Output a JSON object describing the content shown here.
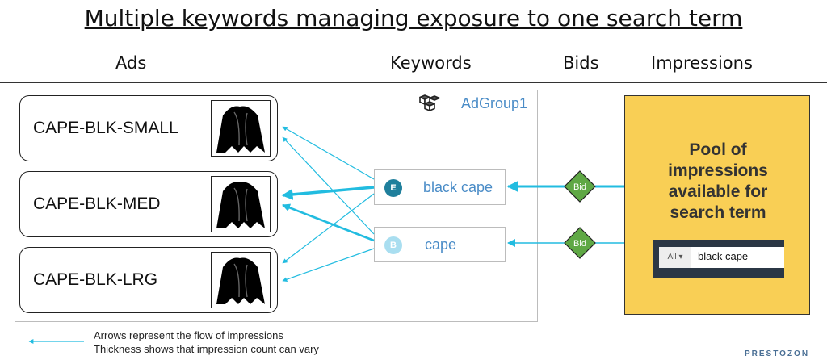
{
  "title": "Multiple keywords managing exposure to one search term",
  "columns": {
    "ads": "Ads",
    "keywords": "Keywords",
    "bids": "Bids",
    "impressions": "Impressions"
  },
  "adgroup": {
    "label": "AdGroup1",
    "icon": "cubes-icon"
  },
  "ads": [
    {
      "label": "CAPE-BLK-SMALL",
      "icon": "cape-icon"
    },
    {
      "label": "CAPE-BLK-MED",
      "icon": "cape-icon"
    },
    {
      "label": "CAPE-BLK-LRG",
      "icon": "cape-icon"
    }
  ],
  "keywords": [
    {
      "badge": "E",
      "label": "black cape",
      "badge_color": "#1f7f9c"
    },
    {
      "badge": "B",
      "label": "cape",
      "badge_color": "#a9def0"
    }
  ],
  "bids": [
    {
      "label": "Bid"
    },
    {
      "label": "Bid"
    }
  ],
  "pool": {
    "lines": [
      "Pool of",
      "impressions",
      "available for",
      "search term"
    ],
    "search": {
      "category": "All",
      "value": "black cape"
    }
  },
  "legend": {
    "line1": "Arrows represent the flow of impressions",
    "line2": "Thickness shows that impression count can vary"
  },
  "brand": "PRESTOZON",
  "colors": {
    "arrow": "#22bce0",
    "bid_fill": "#5fa845",
    "pool_fill": "#f9cf55",
    "link_text": "#4a8cc7"
  }
}
